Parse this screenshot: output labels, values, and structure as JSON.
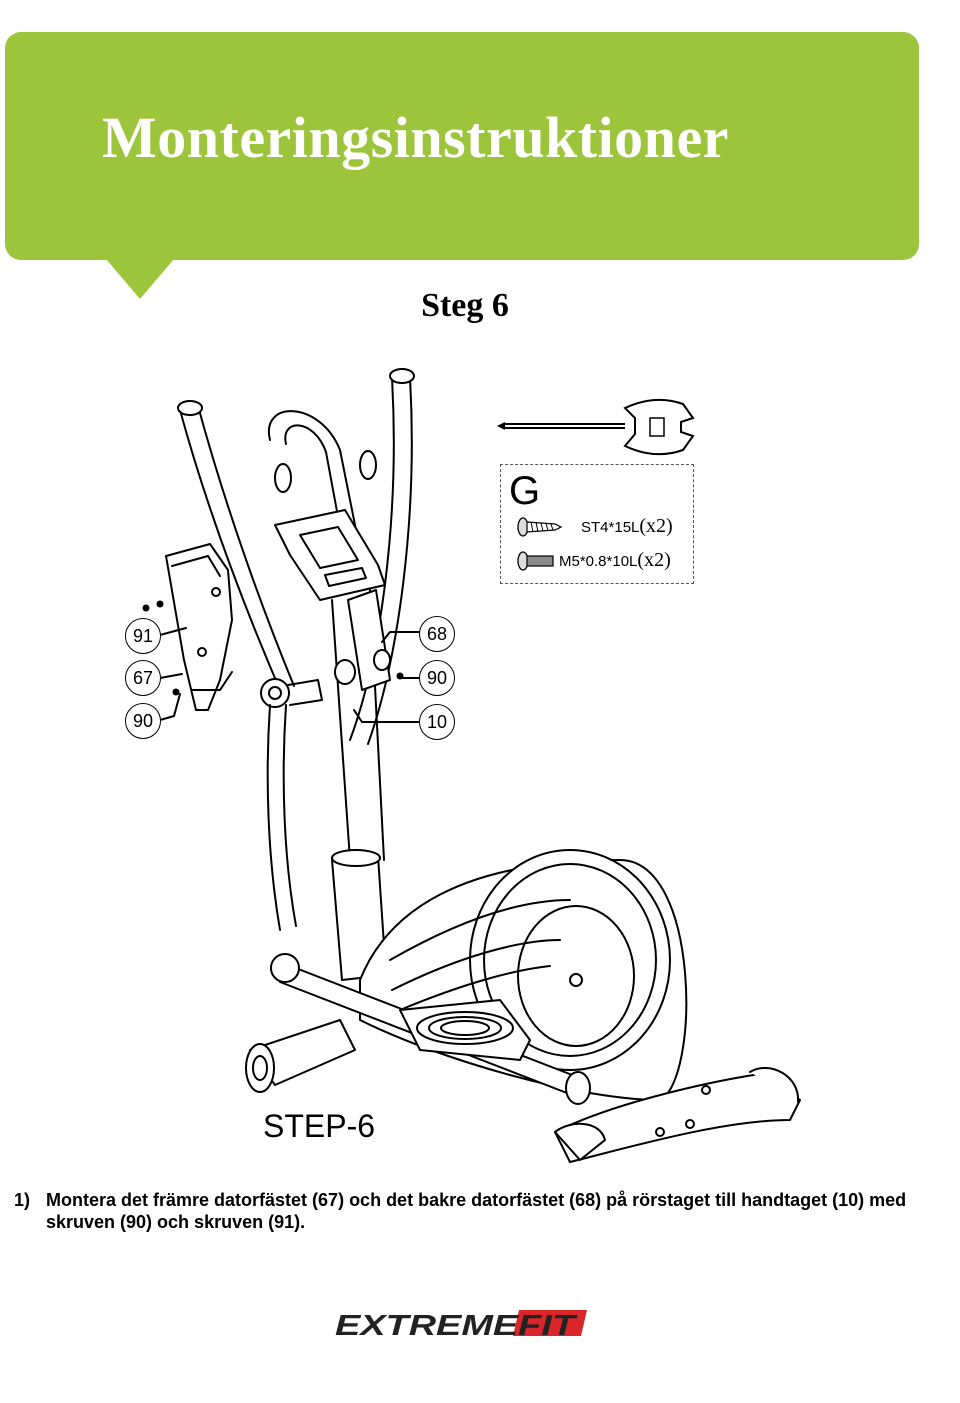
{
  "header": {
    "title": "Monteringsinstruktioner"
  },
  "step": {
    "title": "Steg 6",
    "label": "STEP-6"
  },
  "parts": {
    "letter": "G",
    "items": [
      {
        "icon": "screw-icon",
        "code": "ST4*15L",
        "qty": "(x2)"
      },
      {
        "icon": "bolt-icon",
        "code": "M5*0.8*10L",
        "qty": "(x2)"
      }
    ]
  },
  "callouts": [
    "91",
    "67",
    "90",
    "68",
    "90",
    "10"
  ],
  "instruction": {
    "number": "1)",
    "text": "Montera det främre datorfästet (67) och det bakre datorfästet (68) på rörstaget till handtaget (10) med skruven (90) och skruven (91)."
  },
  "brand": {
    "logo_text": "EXTREMEFIT",
    "colors": {
      "banner": "#9dc53b",
      "logo_red": "#d9262b",
      "logo_dark": "#222222"
    }
  }
}
